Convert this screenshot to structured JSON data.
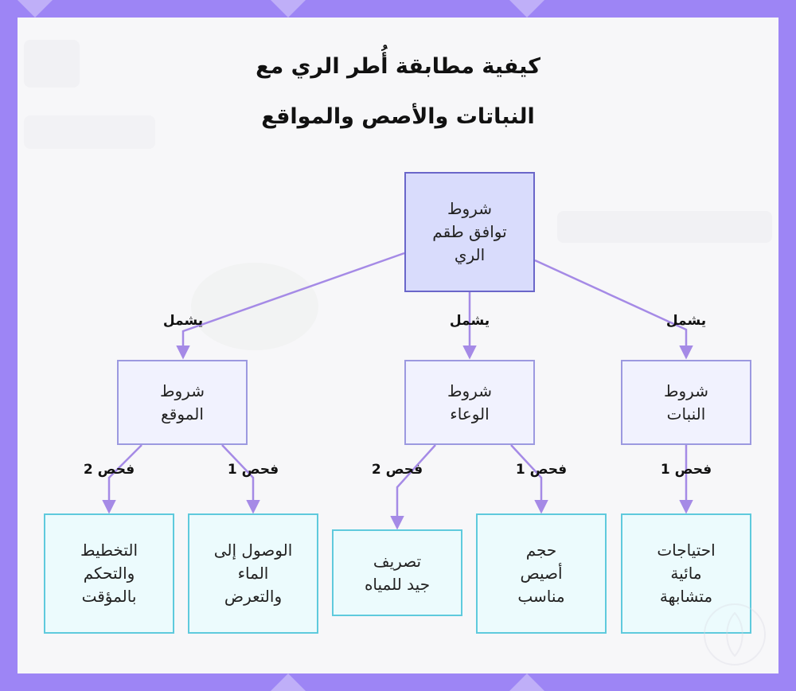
{
  "title_line1": "كيفية مطابقة أُطر الري مع",
  "title_line2": "النباتات والأصص والمواقع",
  "nodes": {
    "root": "شروط\nتوافق طقم\nالري",
    "site": "شروط\nالموقع",
    "pot": "شروط\nالوعاء",
    "plant": "شروط\nالنبات",
    "planning": "التخطيط\nوالتحكم\nبالمؤقت",
    "water_access": "الوصول إلى\nالماء\nوالتعرض",
    "drainage": "تصريف\nجيد للمياه",
    "pot_size": "حجم\nأصيص\nمناسب",
    "water_needs": "احتياجات\nمائية\nمتشابهة"
  },
  "edge_labels": {
    "includes_site": "يشمل",
    "includes_pot": "يشمل",
    "includes_plant": "يشمل",
    "site_check2": "فحص 2",
    "site_check1": "فحص 1",
    "pot_check2": "فحص 2",
    "pot_check1": "فحص 1",
    "plant_check1": "فحص 1"
  },
  "colors": {
    "frame": "#9d85f5",
    "root_fill": "#d9dcfc",
    "root_border": "#6a66c9",
    "mid_fill": "#f1f2fe",
    "leaf_fill": "#ecfbfd",
    "leaf_border": "#5fcadd",
    "edge": "#a58ae6"
  }
}
